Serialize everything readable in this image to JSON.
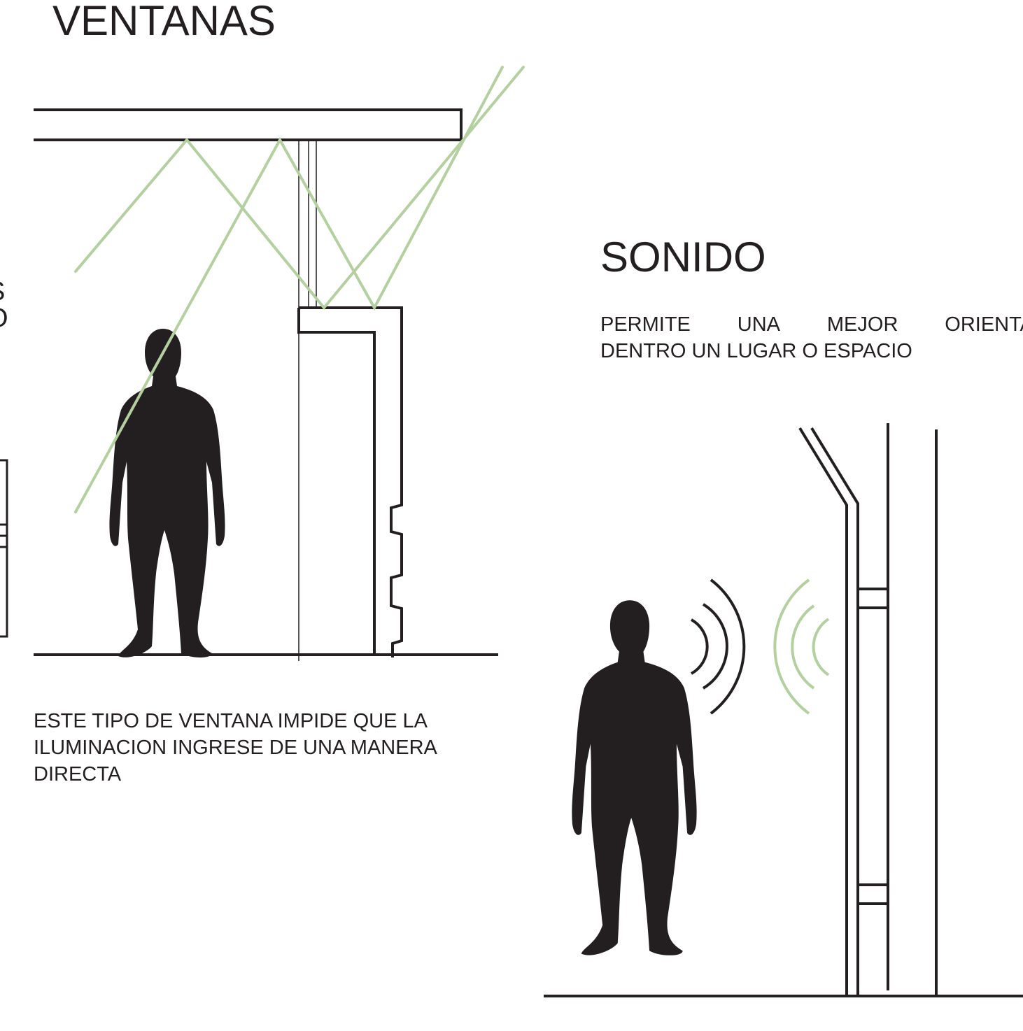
{
  "colors": {
    "ink": "#231f20",
    "light_ray": "#b4cfa0",
    "sound_wave_dark": "#231f20",
    "sound_wave_light": "#b4cfa0"
  },
  "icons": [
    "person-silhouette-icon",
    "light-ray-icon",
    "sound-wave-icon"
  ],
  "ventanas": {
    "title": "VENTANAS",
    "caption_lines": [
      "ESTE TIPO DE VENTANA IMPIDE QUE LA",
      "ILUMINACION INGRESE DE UNA MANERA",
      "DIRECTA"
    ]
  },
  "sonido": {
    "title": "SONIDO",
    "caption_line1_words": [
      "PERMITE",
      "UNA",
      "MEJOR",
      "ORIENTAC"
    ],
    "caption_line2": "DENTRO UN LUGAR O ESPACIO"
  },
  "left_edge": {
    "partial_letters": [
      "S",
      "O"
    ]
  }
}
